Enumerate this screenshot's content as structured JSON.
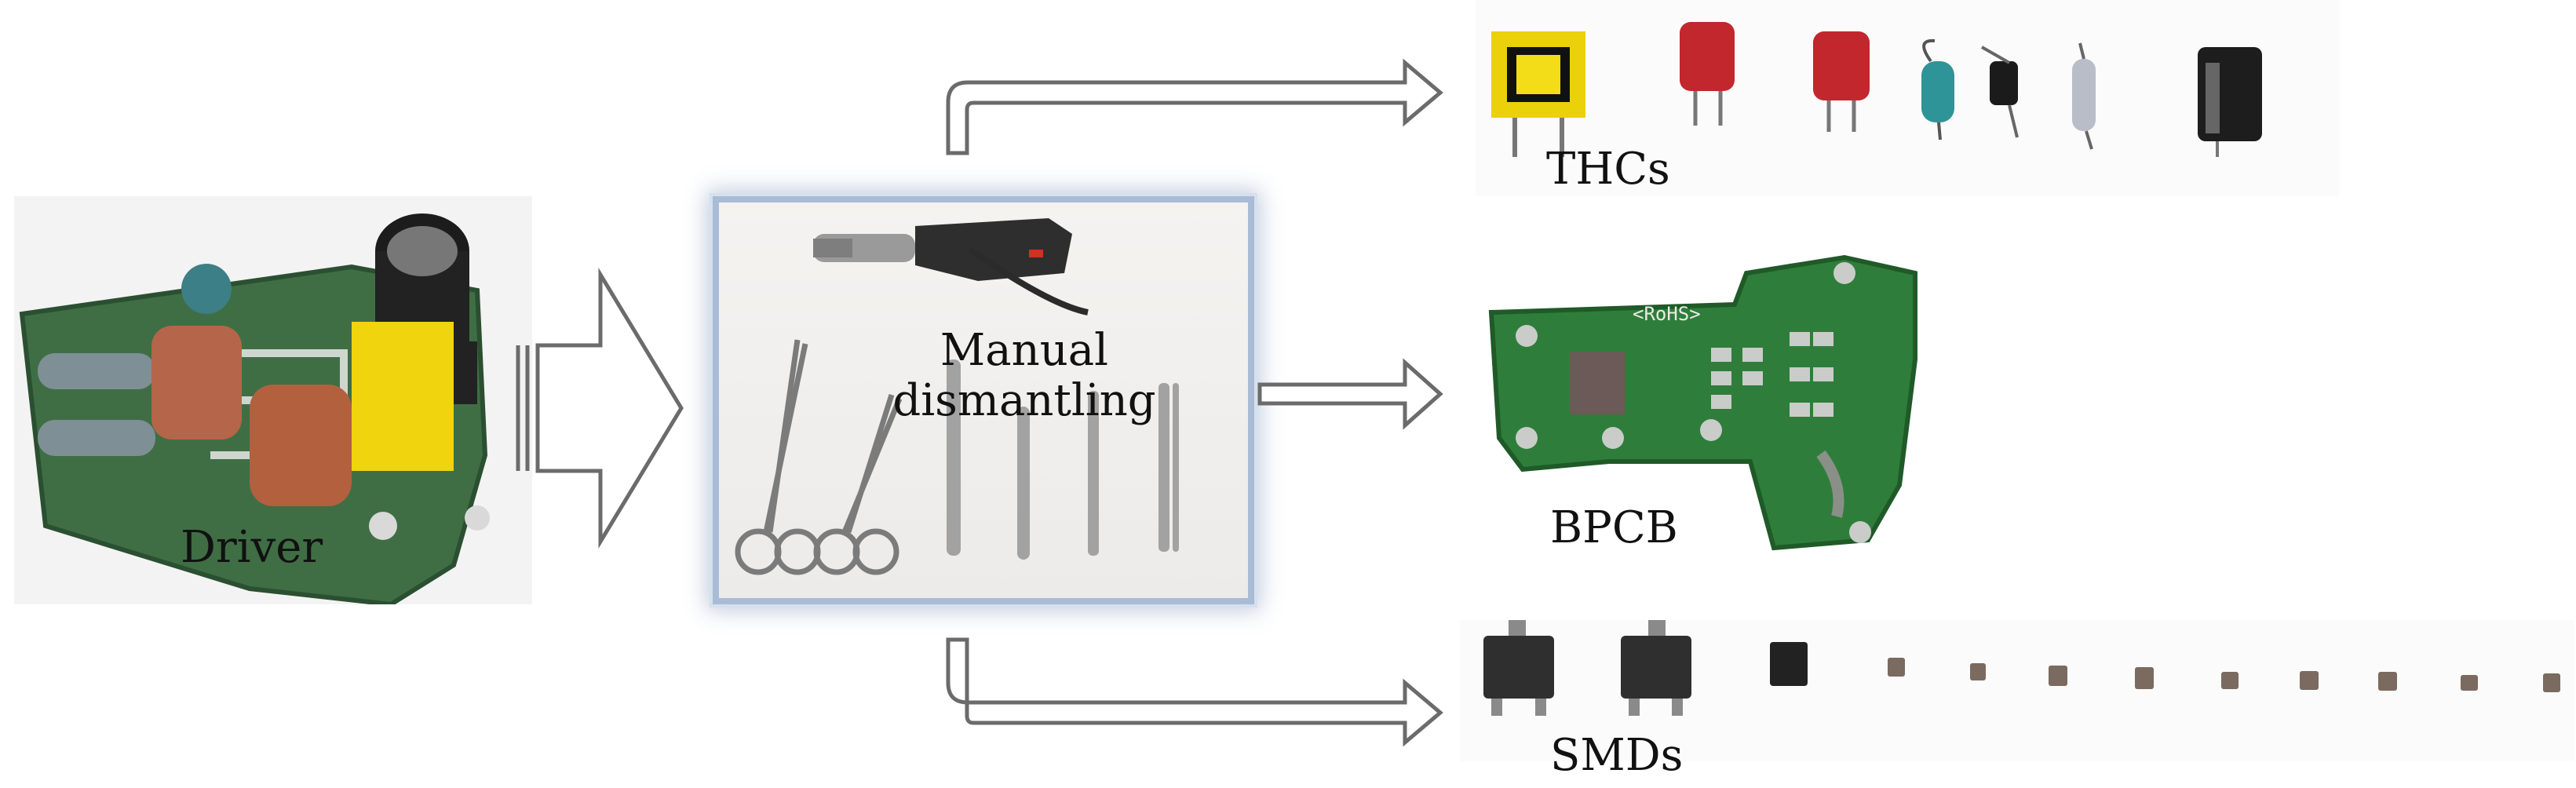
{
  "labels": {
    "driver": "Driver",
    "tools": "Manual dismantling",
    "thcs": "THCs",
    "bpcb": "BPCB",
    "smds": "SMDs"
  },
  "pcb_marking": "<RoHS>",
  "colors": {
    "pcb_green": "#2f7d3a",
    "pcb_dark": "#1f5a28",
    "capacitor_red": "#c2272d",
    "transformer_yellow": "#f2d70f",
    "panel_border": "#a9bcd6",
    "arrow_stroke": "#6b6b6b"
  }
}
